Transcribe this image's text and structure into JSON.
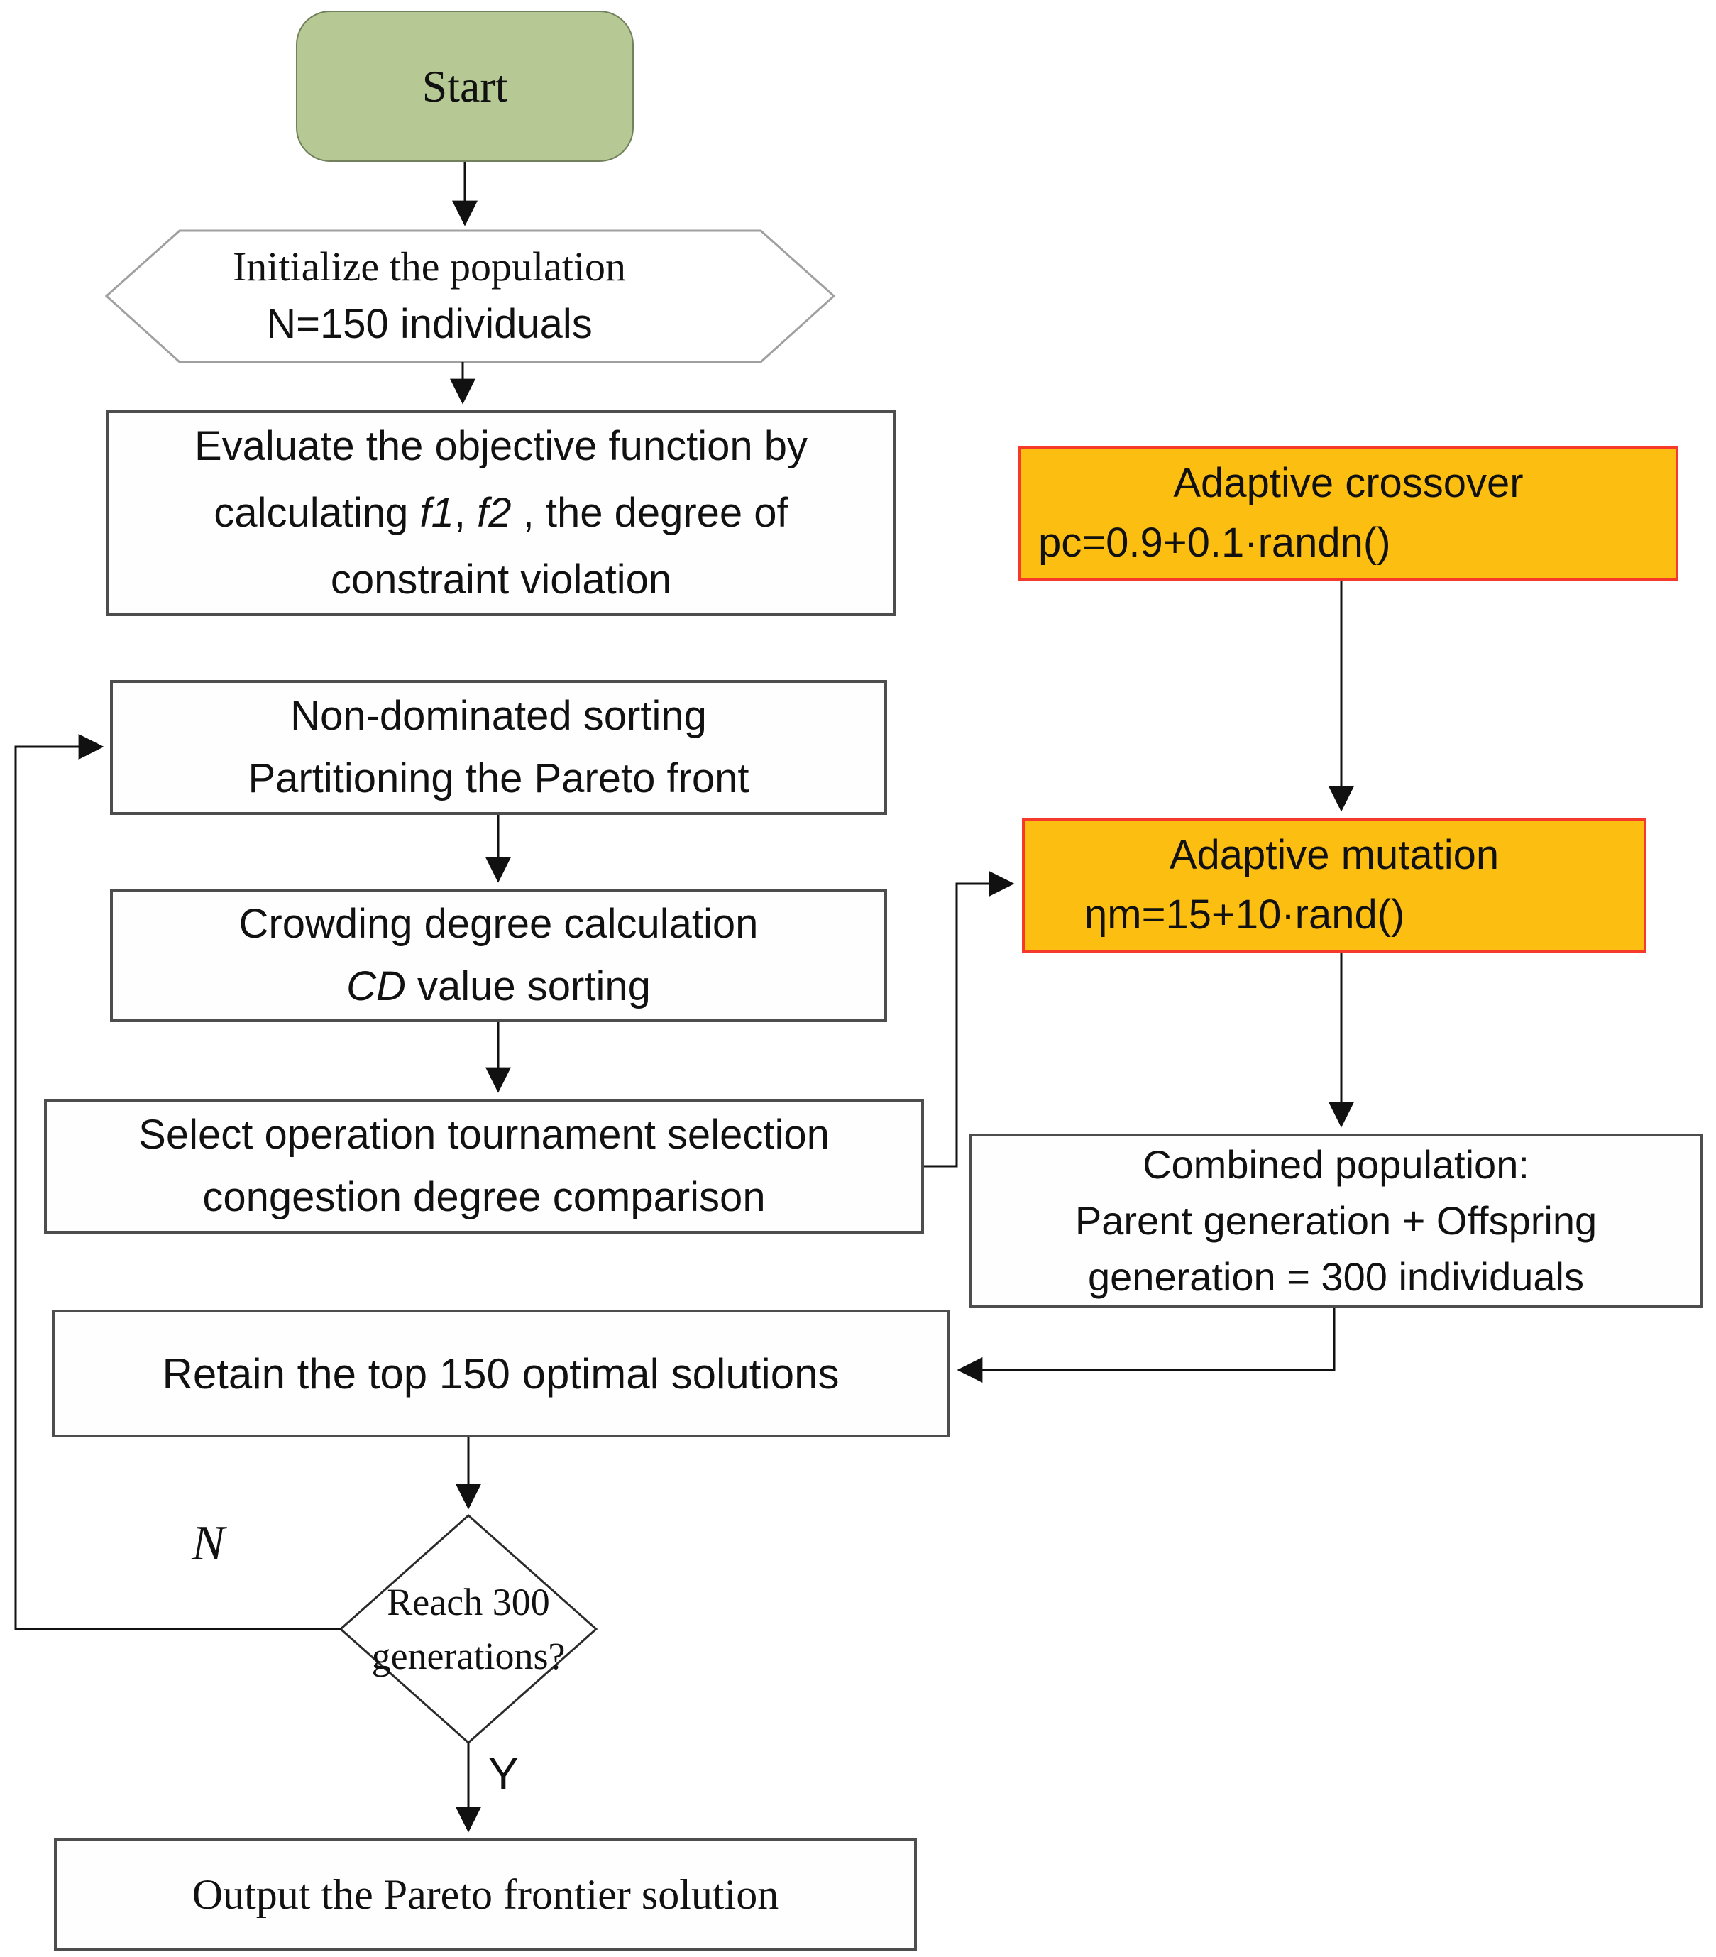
{
  "diagram": {
    "title_hint": "NSGA-II optimization flowchart",
    "colors": {
      "start_fill": "#b6c893",
      "start_border": "#72805e",
      "orange_fill": "#fcbe11",
      "orange_border": "#f5392b",
      "box_border": "#4d4d4d",
      "hexagon_border": "#a0a0a0",
      "connector": "#111111"
    },
    "nodes": {
      "start": {
        "label": "Start"
      },
      "initialize": {
        "line1": "Initialize the population",
        "line2": "N=150 individuals"
      },
      "evaluate": {
        "line1": "Evaluate the objective function by",
        "line2_pre": "calculating ",
        "line2_f1": "f1",
        "line2_mid": ", ",
        "line2_f2": "f2",
        "line2_post": " , the degree of",
        "line3": "constraint violation"
      },
      "nondominated": {
        "line1": "Non-dominated sorting",
        "line2": "Partitioning the Pareto front"
      },
      "crowding": {
        "line1": "Crowding degree calculation",
        "line2_cd": "CD",
        "line2_rest": " value sorting"
      },
      "select": {
        "line1": "Select operation tournament selection",
        "line2": "congestion degree comparison"
      },
      "crossover": {
        "line1": "Adaptive crossover",
        "line2": "pc=0.9+0.1·randn()"
      },
      "mutation": {
        "line1": "Adaptive mutation",
        "line2": "ηm=15+10·rand()"
      },
      "combined": {
        "line1": "Combined population:",
        "line2": "Parent generation + Offspring",
        "line3": "generation = 300 individuals"
      },
      "retain": {
        "label": "Retain the top 150 optimal solutions"
      },
      "decision": {
        "line1": "Reach 300",
        "line2": "generations?"
      },
      "output": {
        "label": "Output the Pareto frontier solution"
      }
    },
    "edge_labels": {
      "no": "N",
      "yes": "Y"
    }
  }
}
